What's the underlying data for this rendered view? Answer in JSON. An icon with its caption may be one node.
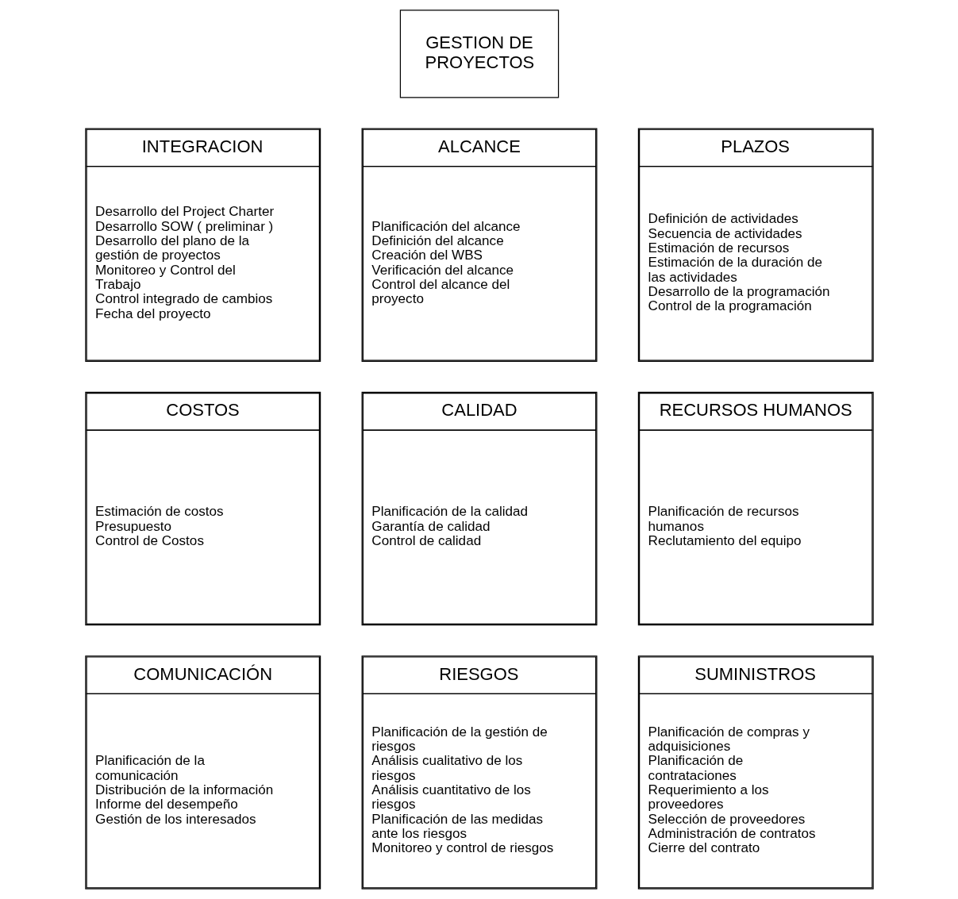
{
  "diagram": {
    "nodes": [
      {
        "text": [
          "GESTION DE PROYECTOS"
        ]
      },
      {
        "text": [
          "INTEGRACION",
          "Desarrollo del Project Charter",
          "Desarrollo SOW ( preliminar )",
          "Desarrollo del plano de la gestión de proyectos",
          "Monitoreo y Control del Trabajo",
          "Control integrado de cambios",
          "Fecha del proyecto"
        ]
      },
      {
        "text": [
          "ALCANCE",
          "Planificación del alcance",
          "Definición del alcance",
          "Creación del WBS",
          "Verificación del alcance",
          "Control del alcance del proyecto"
        ]
      },
      {
        "text": [
          "PLAZOS",
          "Definición de actividades",
          "Secuencia de actividades",
          "Estimación de recursos",
          "Estimación de la duración de las actividades",
          "Desarrollo de la programación",
          "Control de la programación"
        ]
      },
      {
        "text": [
          "COSTOS",
          "Estimación de costos",
          "Presupuesto",
          "Control de Costos"
        ]
      },
      {
        "text": [
          "CALIDAD",
          "Planificación de la calidad",
          "Garantía de calidad",
          "Control de calidad"
        ]
      },
      {
        "text": [
          "RECURSOS HUMANOS",
          "Planificación de recursos humanos",
          "Reclutamiento del equipo"
        ]
      },
      {
        "text": [
          "COMUNICACIÓN",
          "Planificación de la comunicación",
          "Distribución de la información",
          "Informe del desempeño",
          "Gestión de los interesados"
        ]
      },
      {
        "text": [
          "RIESGOS",
          "Planificación de la gestión de riesgos",
          "Análisis cualitativo de los riesgos",
          "Análisis cuantitativo de los riesgos",
          "Planificación de las medidas ante los riesgos",
          "Monitoreo y control de riesgos"
        ]
      },
      {
        "text": [
          "SUMINISTROS",
          "Planificación de compras y adquisiciones",
          "Planificación de contrataciones",
          "Requerimiento a los proveedores",
          "Selección de proveedores",
          "Administración de contratos",
          "Cierre del contrato"
        ]
      }
    ]
  }
}
